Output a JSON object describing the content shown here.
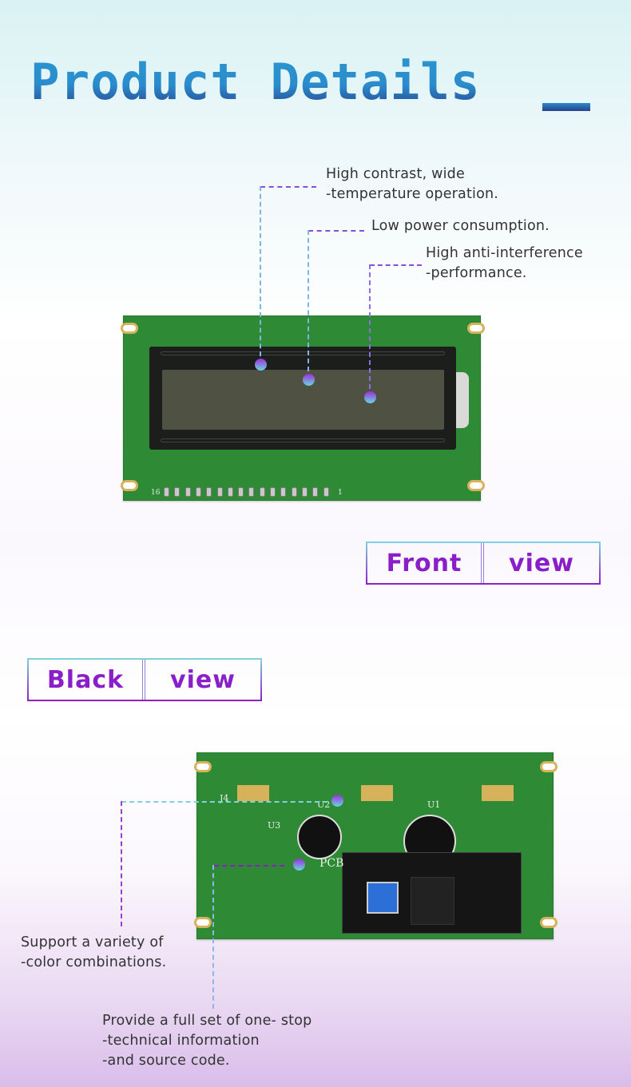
{
  "title": "Product Details",
  "front": {
    "callouts": [
      {
        "line1": "High contrast, wide",
        "line2": "-temperature operation."
      },
      {
        "line1": "Low power consumption."
      },
      {
        "line1": "High anti-interference",
        "line2": "-performance."
      }
    ],
    "label": {
      "word1": "Front",
      "word2": "view"
    }
  },
  "back": {
    "label": {
      "word1": "Black",
      "word2": "view"
    },
    "callouts": [
      {
        "line1": "Support a variety of",
        "line2": "-color combinations."
      },
      {
        "line1": "Provide a full set of one- stop",
        "line2": "-technical information",
        "line3": "-and source code."
      }
    ]
  },
  "colors": {
    "title_top": "#2a97d0",
    "title_bottom": "#283f8c",
    "label_text": "#8a1fc9",
    "pcb": "#2f8a35"
  }
}
